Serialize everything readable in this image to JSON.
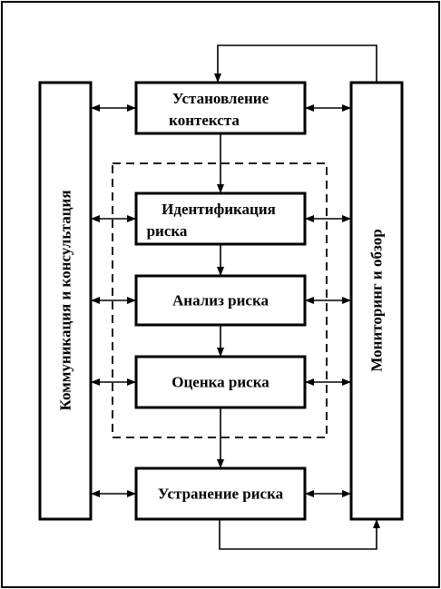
{
  "diagram": {
    "left_panel": {
      "label": "Коммуникация и консультация"
    },
    "right_panel": {
      "label": "Мониторинг и обзор"
    },
    "steps": [
      {
        "id": "context",
        "lines": [
          "Установление",
          "контекста"
        ]
      },
      {
        "id": "identification",
        "lines": [
          "Идентификация",
          "риска"
        ]
      },
      {
        "id": "analysis",
        "lines": [
          "Анализ риска"
        ]
      },
      {
        "id": "evaluation",
        "lines": [
          "Оценка риска"
        ]
      },
      {
        "id": "treatment",
        "lines": [
          "Устранение риска"
        ]
      }
    ]
  }
}
